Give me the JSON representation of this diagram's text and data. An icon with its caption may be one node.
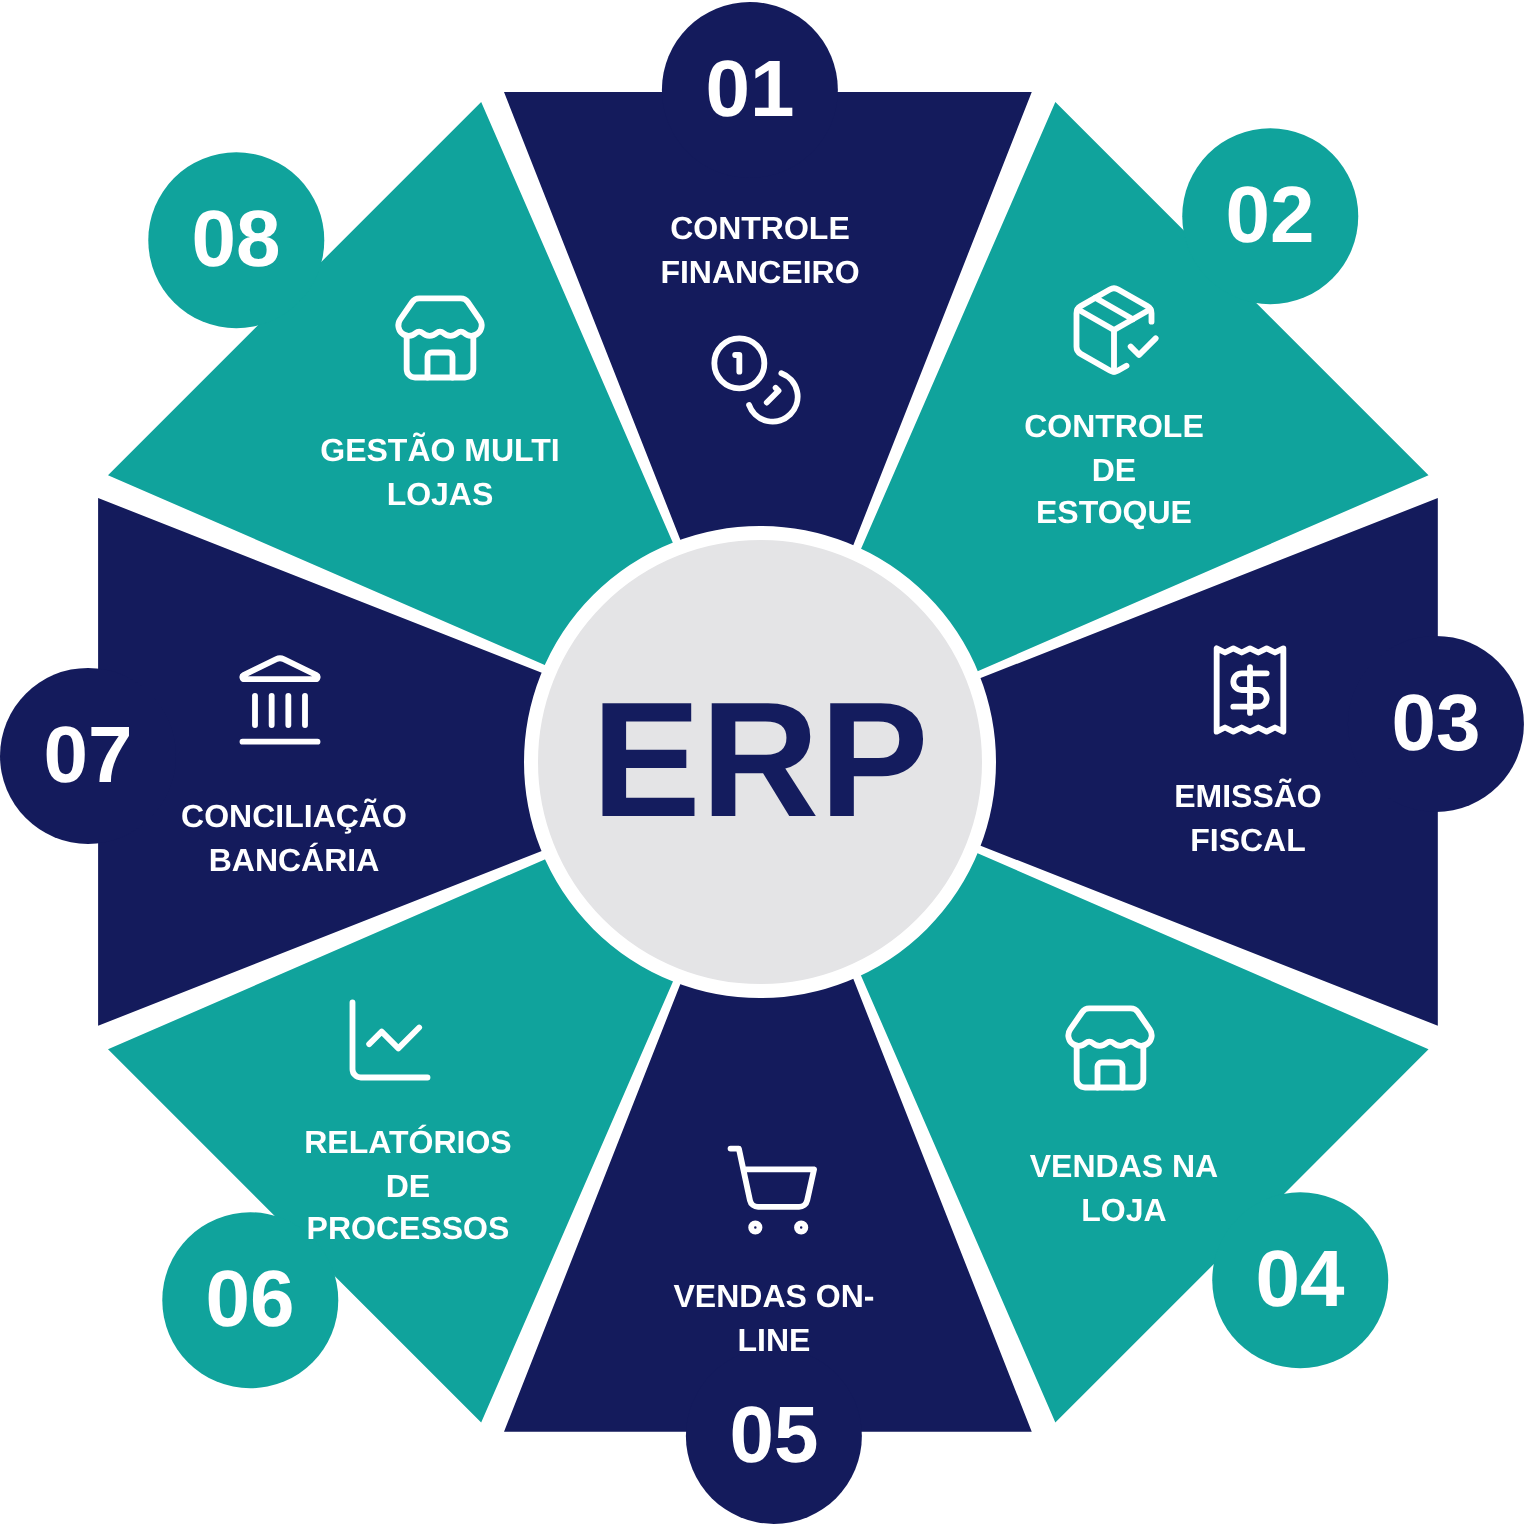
{
  "diagram": {
    "nodes": [
      {
        "text": [
          "01",
          "CONTROLE FINANCEIRO"
        ]
      },
      {
        "text": [
          "02",
          "CONTROLE DE ESTOQUE"
        ]
      },
      {
        "text": [
          "03",
          "EMISSÃO FISCAL"
        ]
      },
      {
        "text": [
          "VENDAS NA LOJA",
          "04"
        ]
      },
      {
        "text": [
          "VENDAS ON-LINE",
          "05"
        ]
      },
      {
        "text": [
          "RELATÓRIOS DE PROCESSOS",
          "06"
        ]
      },
      {
        "text": [
          "07",
          "CONCILIAÇÃO BANCÁRIA"
        ]
      },
      {
        "text": [
          "08",
          "GESTÃO MULTI LOJAS"
        ]
      },
      {
        "text": [
          "ERP"
        ]
      }
    ]
  }
}
